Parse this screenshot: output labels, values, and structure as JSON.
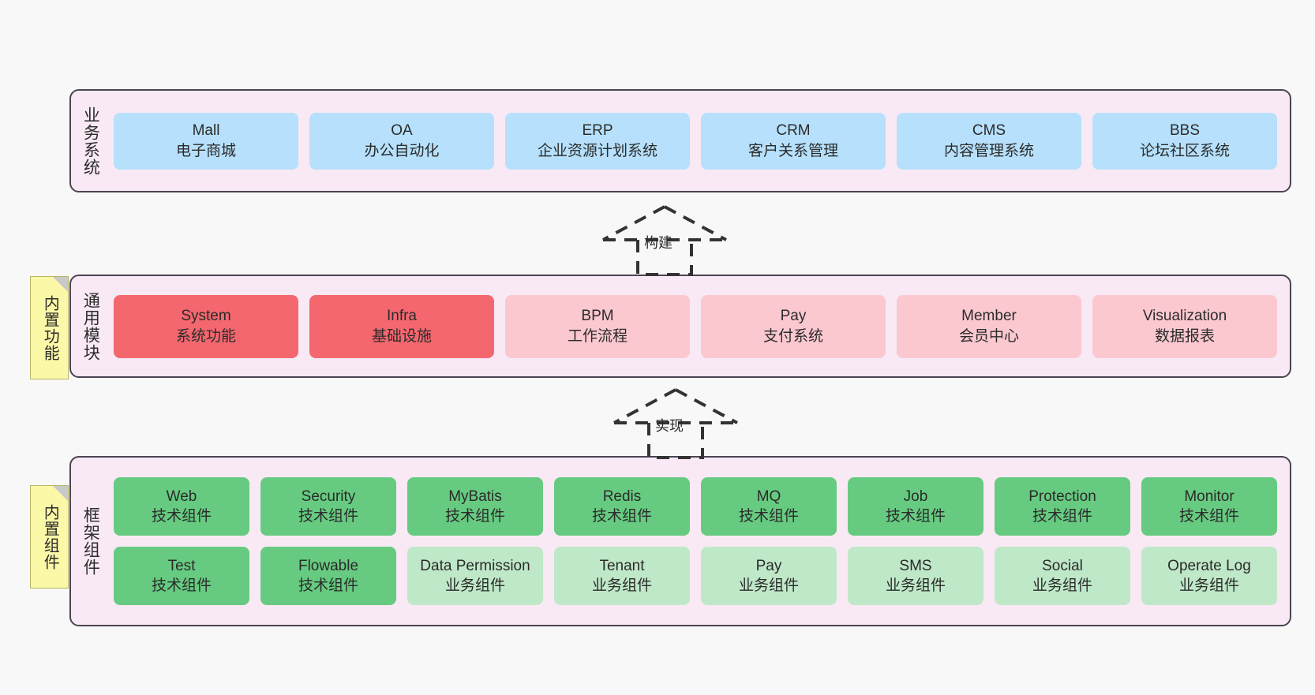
{
  "layers": [
    {
      "id": "business",
      "title": "业务系统",
      "rows": [
        [
          {
            "en": "Mall",
            "cn": "电子商城",
            "color": "blue"
          },
          {
            "en": "OA",
            "cn": "办公自动化",
            "color": "blue"
          },
          {
            "en": "ERP",
            "cn": "企业资源计划系统",
            "color": "blue"
          },
          {
            "en": "CRM",
            "cn": "客户关系管理",
            "color": "blue"
          },
          {
            "en": "CMS",
            "cn": "内容管理系统",
            "color": "blue"
          },
          {
            "en": "BBS",
            "cn": "论坛社区系统",
            "color": "blue"
          }
        ]
      ]
    },
    {
      "id": "common",
      "title": "通用模块",
      "rows": [
        [
          {
            "en": "System",
            "cn": "系统功能",
            "color": "red"
          },
          {
            "en": "Infra",
            "cn": "基础设施",
            "color": "red"
          },
          {
            "en": "BPM",
            "cn": "工作流程",
            "color": "pink"
          },
          {
            "en": "Pay",
            "cn": "支付系统",
            "color": "pink"
          },
          {
            "en": "Member",
            "cn": "会员中心",
            "color": "pink"
          },
          {
            "en": "Visualization",
            "cn": "数据报表",
            "color": "pink"
          }
        ]
      ]
    },
    {
      "id": "frame",
      "title": "框架组件",
      "rows": [
        [
          {
            "en": "Web",
            "cn": "技术组件",
            "color": "green"
          },
          {
            "en": "Security",
            "cn": "技术组件",
            "color": "green"
          },
          {
            "en": "MyBatis",
            "cn": "技术组件",
            "color": "green"
          },
          {
            "en": "Redis",
            "cn": "技术组件",
            "color": "green"
          },
          {
            "en": "MQ",
            "cn": "技术组件",
            "color": "green"
          },
          {
            "en": "Job",
            "cn": "技术组件",
            "color": "green"
          },
          {
            "en": "Protection",
            "cn": "技术组件",
            "color": "green"
          },
          {
            "en": "Monitor",
            "cn": "技术组件",
            "color": "green"
          }
        ],
        [
          {
            "en": "Test",
            "cn": "技术组件",
            "color": "green"
          },
          {
            "en": "Flowable",
            "cn": "技术组件",
            "color": "green"
          },
          {
            "en": "Data Permission",
            "cn": "业务组件",
            "color": "lightgreen",
            "wrap": true
          },
          {
            "en": "Tenant",
            "cn": "业务组件",
            "color": "lightgreen"
          },
          {
            "en": "Pay",
            "cn": "业务组件",
            "color": "lightgreen"
          },
          {
            "en": "SMS",
            "cn": "业务组件",
            "color": "lightgreen"
          },
          {
            "en": "Social",
            "cn": "业务组件",
            "color": "lightgreen"
          },
          {
            "en": "Operate Log",
            "cn": "业务组件",
            "color": "lightgreen"
          }
        ]
      ]
    }
  ],
  "notes": [
    {
      "id": "builtin-function",
      "label": "内置功能"
    },
    {
      "id": "builtin-component",
      "label": "内置组件"
    }
  ],
  "arrows": [
    {
      "id": "build",
      "label": "构建"
    },
    {
      "id": "implement",
      "label": "实现"
    }
  ],
  "colors": {
    "canvas_background": "#f8f8f8",
    "layer_background": "#f8e9f4",
    "layer_border": "#4b4453",
    "blue": "#b6e0fb",
    "red": "#f4676f",
    "pink": "#fbc8d0",
    "green": "#66cb80",
    "light_green": "#bfe8c8",
    "note_background": "#fbf8a8",
    "note_border": "#b9b36a",
    "arrow_stroke": "#333333",
    "text": "#2b2b2b"
  }
}
